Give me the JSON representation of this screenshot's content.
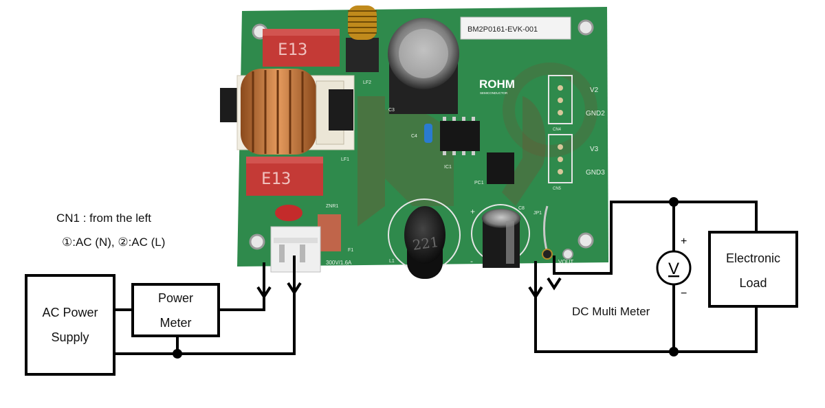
{
  "board": {
    "part_label": "BM2P0161-EVK-001",
    "brand": "ROHM",
    "brand_sub": "SEMICONDUCTOR",
    "filter_cap_marking": "E13",
    "inductor_marking": "221",
    "fuse_rating": "300V/1.6A",
    "silkscreen": {
      "lf1": "LF1",
      "lf2": "LF2",
      "c3": "C3",
      "c4": "C4",
      "ic1": "IC1",
      "pc1": "PC1",
      "c8": "C8",
      "jp1": "JP1",
      "l1": "L1",
      "znr1": "ZNR1",
      "f1": "F1",
      "cn4": "CN4",
      "cn5": "CN5",
      "v2": "V2",
      "gnd2": "GND2",
      "v3": "V3",
      "gnd3": "GND3",
      "vout": "VOUT",
      "plus": "+",
      "minus": "-"
    },
    "colors": {
      "pcb": "#2f8a4c",
      "pcb_dark": "#23703b",
      "trace": "#8a4b32",
      "red_cap": "#c43a36"
    }
  },
  "annotations": {
    "cn1_line1": "CN1 : from the left",
    "cn1_line2": "①:AC (N),  ②:AC (L)"
  },
  "blocks": {
    "ac_supply": [
      "AC Power",
      "Supply"
    ],
    "power_meter": [
      "Power",
      "Meter"
    ],
    "electronic_load": [
      "Electronic",
      "Load"
    ],
    "voltmeter_symbol": "V",
    "meter_plus": "+",
    "meter_minus": "−",
    "dc_meter_label": "DC Multi Meter"
  }
}
